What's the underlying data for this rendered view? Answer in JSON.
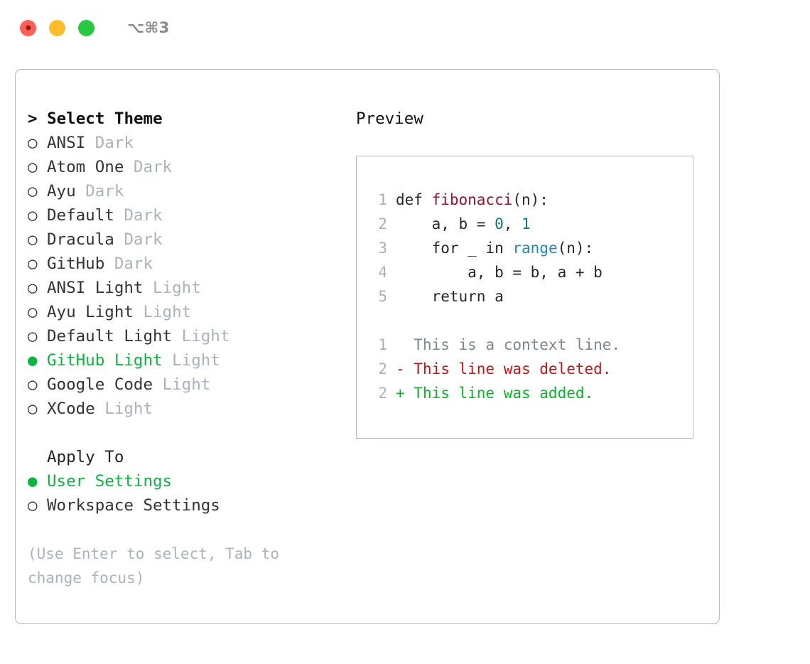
{
  "titlebar": {
    "lights": [
      "close-red",
      "minimize-yellow",
      "maximize-green"
    ],
    "shortcut": "⌥⌘3"
  },
  "left_panel": {
    "header": "> Select Theme",
    "themes": [
      {
        "marker": "○",
        "name": "ANSI",
        "badge": "Dark",
        "selected": false
      },
      {
        "marker": "○",
        "name": "Atom One",
        "badge": "Dark",
        "selected": false
      },
      {
        "marker": "○",
        "name": "Ayu",
        "badge": "Dark",
        "selected": false
      },
      {
        "marker": "○",
        "name": "Default",
        "badge": "Dark",
        "selected": false
      },
      {
        "marker": "○",
        "name": "Dracula",
        "badge": "Dark",
        "selected": false
      },
      {
        "marker": "○",
        "name": "GitHub",
        "badge": "Dark",
        "selected": false
      },
      {
        "marker": "○",
        "name": "ANSI Light",
        "badge": "Light",
        "selected": false
      },
      {
        "marker": "○",
        "name": "Ayu Light",
        "badge": "Light",
        "selected": false
      },
      {
        "marker": "○",
        "name": "Default Light",
        "badge": "Light",
        "selected": false
      },
      {
        "marker": "●",
        "name": "GitHub Light",
        "badge": "Light",
        "selected": true
      },
      {
        "marker": "○",
        "name": "Google Code",
        "badge": "Light",
        "selected": false
      },
      {
        "marker": "○",
        "name": "XCode",
        "badge": "Light",
        "selected": false
      }
    ],
    "apply_to": {
      "header": "Apply To",
      "options": [
        {
          "marker": "●",
          "label": "User Settings",
          "selected": true
        },
        {
          "marker": "○",
          "label": "Workspace Settings",
          "selected": false
        }
      ]
    },
    "hint": "(Use Enter to select, Tab to change focus)"
  },
  "right_panel": {
    "title": "Preview",
    "code_lines": [
      {
        "num": "1",
        "tokens": [
          {
            "t": "def ",
            "k": "plain"
          },
          {
            "t": "fibonacci",
            "k": "fn"
          },
          {
            "t": "(n):",
            "k": "plain"
          }
        ]
      },
      {
        "num": "2",
        "tokens": [
          {
            "t": "    a, b = ",
            "k": "plain"
          },
          {
            "t": "0",
            "k": "num"
          },
          {
            "t": ", ",
            "k": "plain"
          },
          {
            "t": "1",
            "k": "num"
          }
        ]
      },
      {
        "num": "3",
        "tokens": [
          {
            "t": "    for _ in ",
            "k": "plain"
          },
          {
            "t": "range",
            "k": "call"
          },
          {
            "t": "(n):",
            "k": "plain"
          }
        ]
      },
      {
        "num": "4",
        "tokens": [
          {
            "t": "        a, b = b, a + b",
            "k": "plain"
          }
        ]
      },
      {
        "num": "5",
        "tokens": [
          {
            "t": "    return a",
            "k": "plain"
          }
        ]
      }
    ],
    "diff_lines": [
      {
        "num": "1",
        "sign": "  ",
        "text": "This is a context line.",
        "kind": "ctx"
      },
      {
        "num": "2",
        "sign": "- ",
        "text": "This line was deleted.",
        "kind": "del"
      },
      {
        "num": "2",
        "sign": "+ ",
        "text": "This line was added.",
        "kind": "add"
      }
    ]
  },
  "colors": {
    "accent_green": "#0bb43f",
    "badge_gray": "#aab2bd",
    "border": "#b0b8c4",
    "fn_red": "#9e1028",
    "call_blue": "#1a8cc0",
    "num_teal": "#038079",
    "diff_add": "#00bb22",
    "diff_del": "#cc1111"
  }
}
